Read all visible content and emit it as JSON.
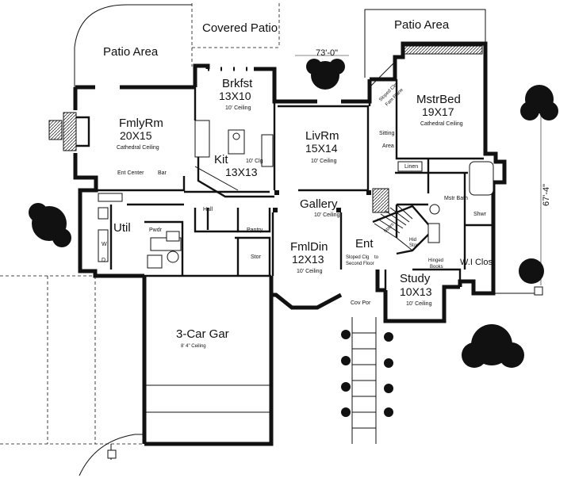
{
  "labels": {
    "patio_left": "Patio Area",
    "covered_patio": "Covered Patio",
    "patio_right": "Patio Area",
    "overall_width": "73'-0\"",
    "overall_depth": "67'-4\"",
    "brkfst_name": "Brkfst",
    "brkfst_size": "13X10",
    "brkfst_ceiling": "10' Ceiling",
    "fmlyrm_name": "FmlyRm",
    "fmlyrm_size": "20X15",
    "fmlyrm_ceiling": "Cathedral Ceiling",
    "kit_name": "Kit",
    "kit_size": "13X13",
    "kit_ceiling": "10' Clg",
    "livrm_name": "LivRm",
    "livrm_size": "15X14",
    "livrm_ceiling": "10' Ceiling",
    "mstrbed_name": "MstrBed",
    "mstrbed_size": "19X17",
    "mstrbed_ceiling": "Cathedral Ceiling",
    "sitting": "Sitting",
    "area": "Area",
    "sloped_clg_1": "Sloped Clg",
    "sloped_clg_2": "Fam Plane",
    "ent_center": "Ent Center",
    "bar": "Bar",
    "gallery": "Gallery",
    "gallery_ceiling": "10' Ceiling",
    "linen": "Linen",
    "mstr_bath": "Mstr Bath",
    "shwr": "Shwr",
    "util": "Util",
    "pwdr": "Pwdr",
    "hall": "Hall",
    "pantry": "Pantry",
    "stor_gar": "Stor",
    "w": "W",
    "d": "D",
    "fmldin_name": "FmlDin",
    "fmldin_size": "12X13",
    "fmldin_ceiling": "10' Ceiling",
    "ent": "Ent",
    "ent_note_1": "Sloped Clg",
    "ent_note_2": "to",
    "ent_note_3": "Second Floor",
    "stairs": "Stairs",
    "hid_1": "Hid",
    "hid_2": "Stor",
    "hinged_1": "Hinged",
    "hinged_2": "Books",
    "wi_clos": "W.I Clos",
    "study_name": "Study",
    "study_size": "10X13",
    "study_ceiling": "10' Ceiling",
    "cov_por": "Cov Por",
    "gar_name": "3-Car Gar",
    "gar_ceiling": "8' 4\" Ceiling"
  }
}
